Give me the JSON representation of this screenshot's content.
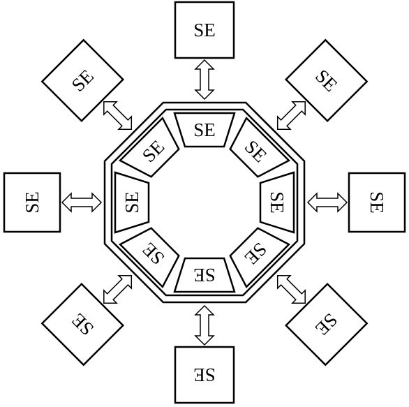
{
  "diagram": {
    "outer_units": [
      {
        "label": "SE"
      },
      {
        "label": "SE"
      },
      {
        "label": "SE"
      },
      {
        "label": "SE"
      },
      {
        "label": "SE"
      },
      {
        "label": "SE"
      },
      {
        "label": "SE"
      },
      {
        "label": "SE"
      }
    ],
    "inner_units": [
      {
        "label": "SE"
      },
      {
        "label": "SE"
      },
      {
        "label": "SE"
      },
      {
        "label": "SE"
      },
      {
        "label": "SE"
      },
      {
        "label": "SE"
      },
      {
        "label": "SE"
      },
      {
        "label": "SE"
      }
    ]
  }
}
